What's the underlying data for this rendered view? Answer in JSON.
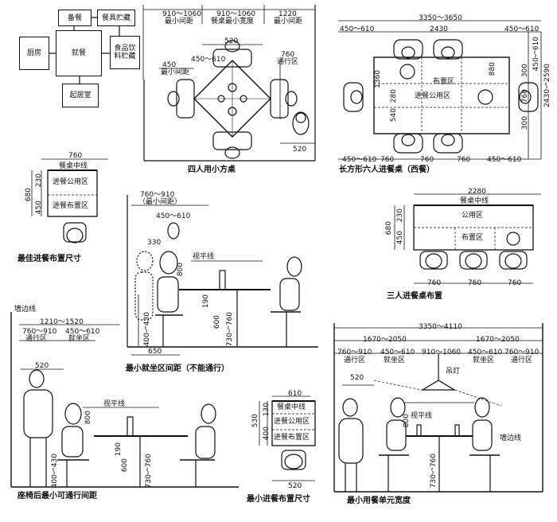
{
  "flow": {
    "prep": "备餐",
    "tableware": "餐具贮藏",
    "kitchen": "厨房",
    "dining": "就餐",
    "food_storage": "食品饮料贮藏",
    "living": "起居室"
  },
  "four_table": {
    "caption": "四人用小方桌",
    "dim_910_1060": "910～1060",
    "dim_min_gap": "最小间距",
    "dim_910_1060_b": "910～1060",
    "dim_table_min_w": "餐桌最小宽度",
    "dim_1220": "1220",
    "dim_min_gap_b": "最小间距",
    "dim_520": "520",
    "dim_450_610": "450～610",
    "dim_450": "450",
    "dim_min_gap_c": "最小间距",
    "dim_760": "760",
    "dim_pass": "通行区",
    "dim_520_b": "520"
  },
  "six_table": {
    "caption": "长方形六人进餐桌（西餐）",
    "dim_3350_3650": "3350～3650",
    "dim_2430": "2430",
    "dim_450_610_l": "450～610",
    "dim_450_610_r": "450～610",
    "dim_1360": "1360",
    "dim_280": "280",
    "dim_540": "540",
    "dim_880": "880",
    "zone_place": "布置区",
    "zone_public": "进餐公用区",
    "dim_760_a": "760",
    "dim_760_b": "760",
    "dim_760_c": "760",
    "dim_450_610_b": "450～610",
    "dim_450_610_r2": "450～610",
    "dim_300": "300",
    "dim_760_v": "760",
    "dim_300_b": "300",
    "dim_450_610_rv": "450～610",
    "dim_2430_2590": "2430～2590"
  },
  "best": {
    "caption": "最佳进餐布置尺寸",
    "dim_760": "760",
    "center": "餐桌中线",
    "public": "进餐公用区",
    "place": "进餐布置区",
    "dim_680": "680",
    "dim_230": "230",
    "dim_450": "450"
  },
  "min_seat": {
    "caption": "最小就坐区间距（不能通行）",
    "dim_760_910": "760～910",
    "dim_min_gap": "（最小间距）",
    "dim_450_610": "450～610",
    "dim_330": "330",
    "sight": "视平线",
    "dim_800": "800",
    "dim_190": "190",
    "dim_400_430": "400～430",
    "dim_600": "600",
    "dim_730_760": "730～760",
    "dim_650": "650"
  },
  "three": {
    "caption": "三人进餐桌布置",
    "dim_2280": "2280",
    "center": "餐桌中线",
    "public": "公用区",
    "place": "布置区",
    "dim_680": "680",
    "dim_230": "230",
    "dim_450": "450",
    "dim_760_a": "760",
    "dim_760_b": "760",
    "dim_760_c": "760"
  },
  "pass": {
    "caption": "座椅后最小可通行间距",
    "wall": "墙边线",
    "dim_1210_1520": "1210～1520",
    "dim_760_910": "760～910",
    "pass_zone": "通行区",
    "dim_450_610": "450～610",
    "seat_zone": "就坐区",
    "dim_520": "520",
    "sight": "视平线",
    "dim_800": "800",
    "dim_190": "190",
    "dim_400_430": "400～430",
    "dim_600": "600",
    "dim_730_760": "730～760"
  },
  "min_place": {
    "caption": "最小进餐布置尺寸",
    "dim_610": "610",
    "center": "餐桌中线",
    "public": "进餐公用区",
    "place": "进餐布置区",
    "dim_530": "530",
    "dim_130": "130",
    "dim_400": "400",
    "dim_520": "520"
  },
  "unit": {
    "caption": "最小用餐单元宽度",
    "dim_3350_4110": "3350～4110",
    "dim_1670_2050_l": "1670～2050",
    "dim_1670_2050_r": "1670～2050",
    "dim_760_910_l": "760～910",
    "pass_l": "通行区",
    "dim_450_610_l": "450～610",
    "seat_l": "就坐区",
    "dim_910_1060": "910～1060",
    "dim_450_610_r": "450～610",
    "seat_r": "就坐区",
    "dim_760_910_r": "760～910",
    "pass_r": "通行区",
    "dim_520": "520",
    "lamp": "吊灯",
    "sight": "视平线",
    "dim_800": "800",
    "dim_730_760": "730～760",
    "wall": "墙边线"
  }
}
